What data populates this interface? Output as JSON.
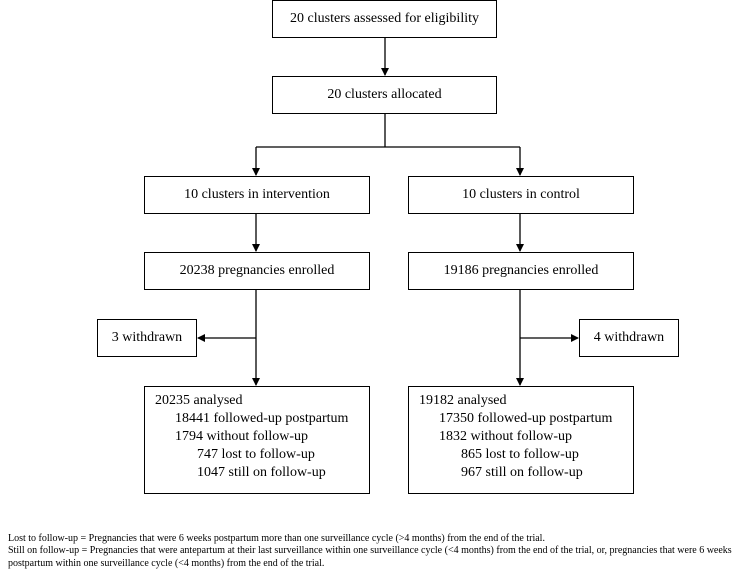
{
  "boxes": {
    "eligibility": "20 clusters assessed for eligibility",
    "allocated": "20 clusters allocated",
    "intervention": {
      "arm": "10 clusters in intervention",
      "enrolled": "20238 pregnancies enrolled",
      "withdrawn": "3 withdrawn",
      "analysed": "20235 analysed",
      "followed_up": "18441 followed-up postpartum",
      "without_follow_up": "1794 without follow-up",
      "lost": "747 lost to follow-up",
      "still": "1047 still on follow-up"
    },
    "control": {
      "arm": "10 clusters in control",
      "enrolled": "19186 pregnancies enrolled",
      "withdrawn": "4 withdrawn",
      "analysed": "19182 analysed",
      "followed_up": "17350  followed-up postpartum",
      "without_follow_up": "1832 without follow-up",
      "lost": "865 lost to follow-up",
      "still": "967 still on follow-up"
    }
  },
  "footnotes": {
    "lost": "Lost to follow-up = Pregnancies that were 6 weeks postpartum more than one surveillance cycle (>4 months) from the end of the trial.",
    "still": "Still on follow-up = Pregnancies that were antepartum at their last surveillance within one surveillance cycle (<4 months) from the end of the trial, or, pregnancies that were 6 weeks postpartum within one surveillance cycle (<4 months) from the end of the trial."
  }
}
